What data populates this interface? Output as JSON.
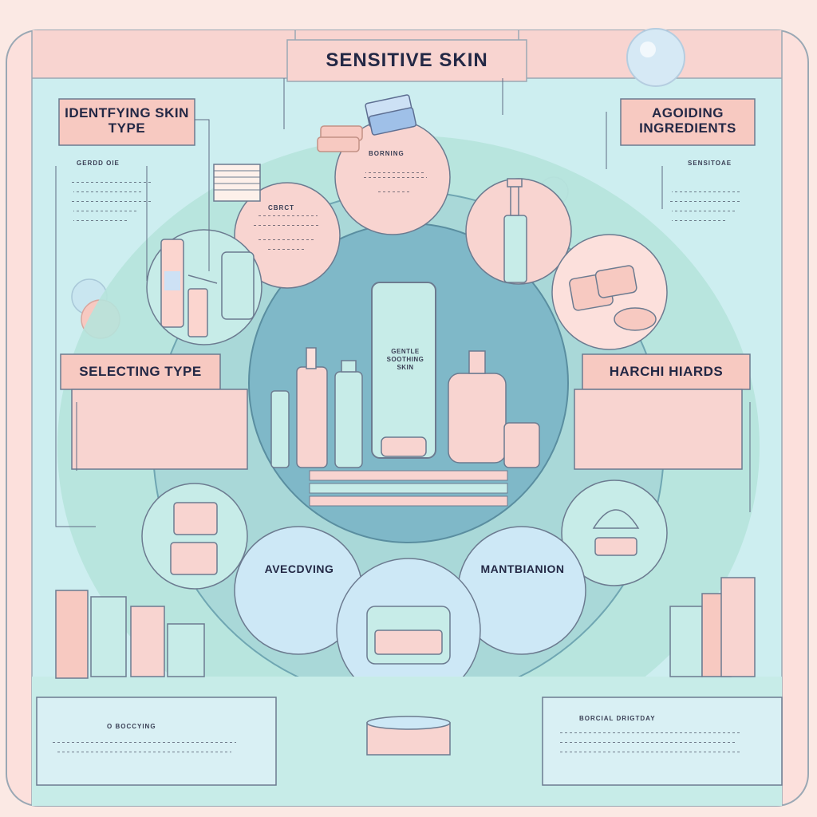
{
  "title": "SENSITIVE SKIN",
  "sections": {
    "identifying": "IDENTFYING SKIN TYPE",
    "avoiding_ingredients": "AGOIDING INGREDIENTS",
    "selecting": "SELECTING TYPE",
    "harsh": "HARCHI HIARDS",
    "avecdving": "AVECDVING",
    "maintenance": "MANTBIANION"
  },
  "labels": {
    "left_sub": "GERDD OIE",
    "right_sub": "SENSITOAE",
    "bubble_top": "BORNING",
    "bubble_left": "CBRCT",
    "bottom_left": "O BOCCYING",
    "bottom_right": "BORCIAL DRIGTDAY",
    "tube_text": "GENTLE SOOTHING SKIN"
  },
  "colors": {
    "pink": "#f7c9c1",
    "mint": "#bfeae3",
    "teal": "#8dc2cc",
    "navy": "#232845",
    "blue": "#cde8f6"
  }
}
